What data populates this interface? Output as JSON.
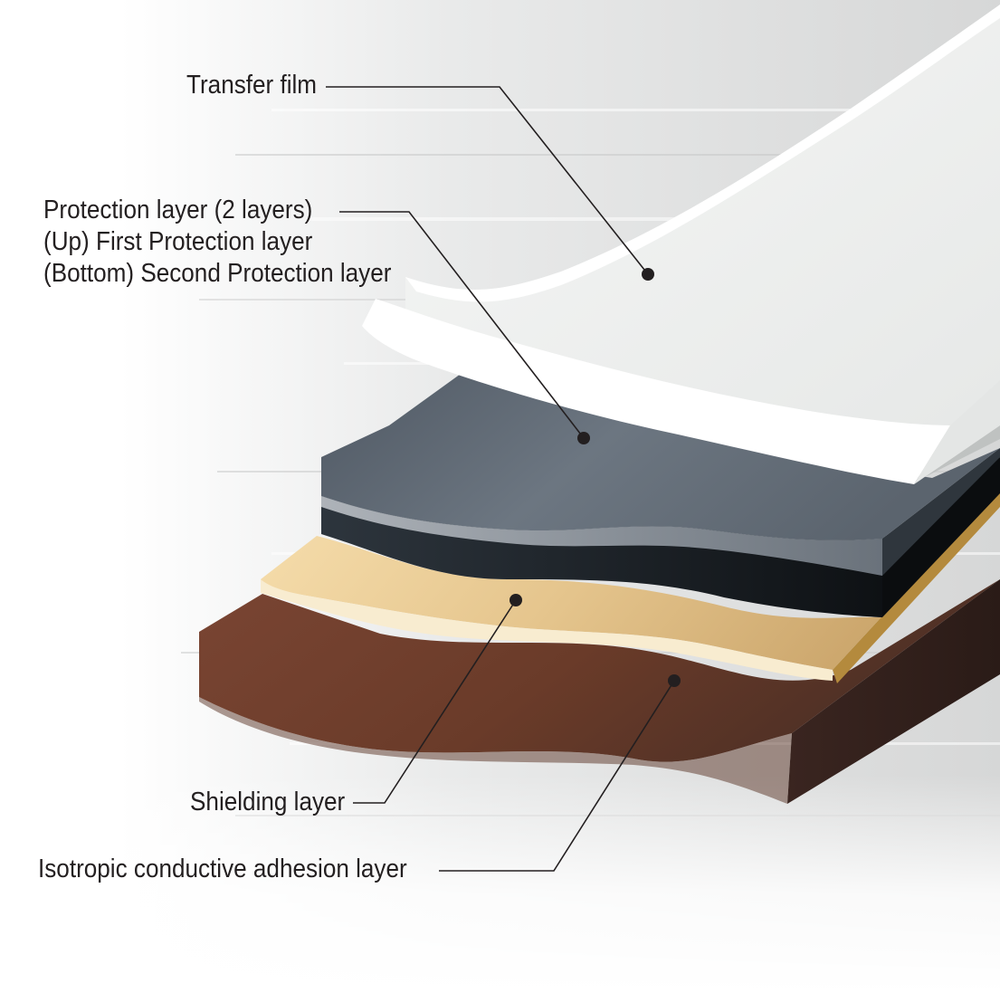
{
  "labels": {
    "transfer_film": "Transfer film",
    "protection": {
      "line1": "Protection layer (2 layers)",
      "line2": "(Up) First Protection layer",
      "line3": "(Bottom) Second Protection layer"
    },
    "shielding": "Shielding layer",
    "adhesion": "Isotropic conductive adhesion layer"
  },
  "colors": {
    "transfer_film": "#eef0ef",
    "first_protection": "#707882",
    "second_protection": "#1e242a",
    "shielding": "#d9b77c",
    "adhesion": "#6b3a2a",
    "leader_line": "#231f20"
  }
}
